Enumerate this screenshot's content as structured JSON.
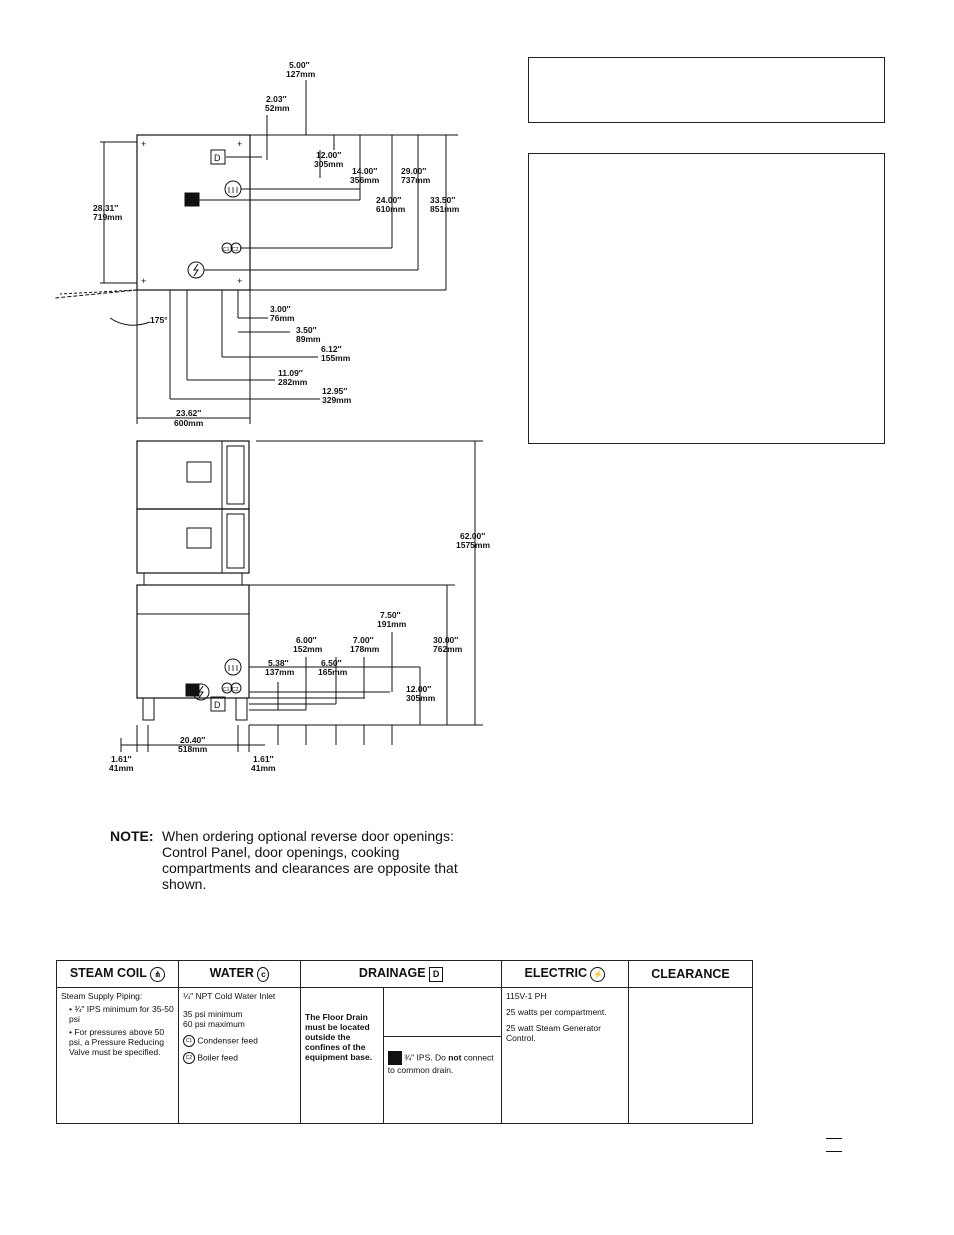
{
  "dimensions": {
    "d_5_00": {
      "in": "5.00″",
      "mm": "127mm"
    },
    "d_2_03": {
      "in": "2.03″",
      "mm": "52mm"
    },
    "d_12_00a": {
      "in": "12.00″",
      "mm": "305mm"
    },
    "d_14_00": {
      "in": "14.00″",
      "mm": "356mm"
    },
    "d_29_00": {
      "in": "29.00″",
      "mm": "737mm"
    },
    "d_24_00": {
      "in": "24.00″",
      "mm": "610mm"
    },
    "d_33_50": {
      "in": "33.50″",
      "mm": "851mm"
    },
    "d_28_31": {
      "in": "28.31″",
      "mm": "719mm"
    },
    "d_3_00": {
      "in": "3.00″",
      "mm": "76mm"
    },
    "d_3_50": {
      "in": "3.50″",
      "mm": "89mm"
    },
    "d_6_12": {
      "in": "6.12″",
      "mm": "155mm"
    },
    "d_11_09": {
      "in": "11.09″",
      "mm": "282mm"
    },
    "d_12_95": {
      "in": "12.95″",
      "mm": "329mm"
    },
    "d_23_62": {
      "in": "23.62″",
      "mm": "600mm"
    },
    "angle": "175°",
    "d_62_00": {
      "in": "62.00″",
      "mm": "1575mm"
    },
    "d_7_50": {
      "in": "7.50″",
      "mm": "191mm"
    },
    "d_6_00": {
      "in": "6.00″",
      "mm": "152mm"
    },
    "d_7_00": {
      "in": "7.00″",
      "mm": "178mm"
    },
    "d_30_00": {
      "in": "30.00″",
      "mm": "762mm"
    },
    "d_5_38": {
      "in": "5.38″",
      "mm": "137mm"
    },
    "d_6_50": {
      "in": "6.50″",
      "mm": "165mm"
    },
    "d_12_00b": {
      "in": "12.00″",
      "mm": "305mm"
    },
    "d_20_40": {
      "in": "20.40″",
      "mm": "518mm"
    },
    "d_1_61a": {
      "in": "1.61″",
      "mm": "41mm"
    },
    "d_1_61b": {
      "in": "1.61″",
      "mm": "41mm"
    }
  },
  "symbols": {
    "drain": "D",
    "c1": "C1",
    "c2": "C2",
    "plus": "+"
  },
  "note": {
    "label": "NOTE:",
    "text": "When ordering optional reverse door openings: Control Panel, door openings, cooking compartments and clearances are opposite that shown."
  },
  "table": {
    "headers": {
      "steam": "STEAM COIL",
      "water": "WATER",
      "drainage": "DRAINAGE",
      "electric": "ELECTRIC",
      "clearance": "CLEARANCE"
    },
    "steam": {
      "intro": "Steam Supply Piping:",
      "bullets": [
        "¾″ IPS minimum for 35-50 psi",
        "For pressures above 50 psi, a Pressure Reducing Valve must be specified."
      ]
    },
    "water": {
      "inlet": "¼″ NPT Cold Water Inlet",
      "min": "35 psi minimum",
      "max": "60 psi maximum",
      "condenser": "Condenser feed",
      "boiler": "Boiler feed"
    },
    "drainage": {
      "floor": "The Floor Drain must be located outside the confines of the equipment base.",
      "ips": "¾″ IPS. Do ",
      "not": "not",
      "ips_rest": " connect to common drain."
    },
    "electric": [
      "115V-1 PH",
      "25 watts per compartment.",
      "25 watt Steam Generator Control."
    ],
    "clearance": ""
  }
}
